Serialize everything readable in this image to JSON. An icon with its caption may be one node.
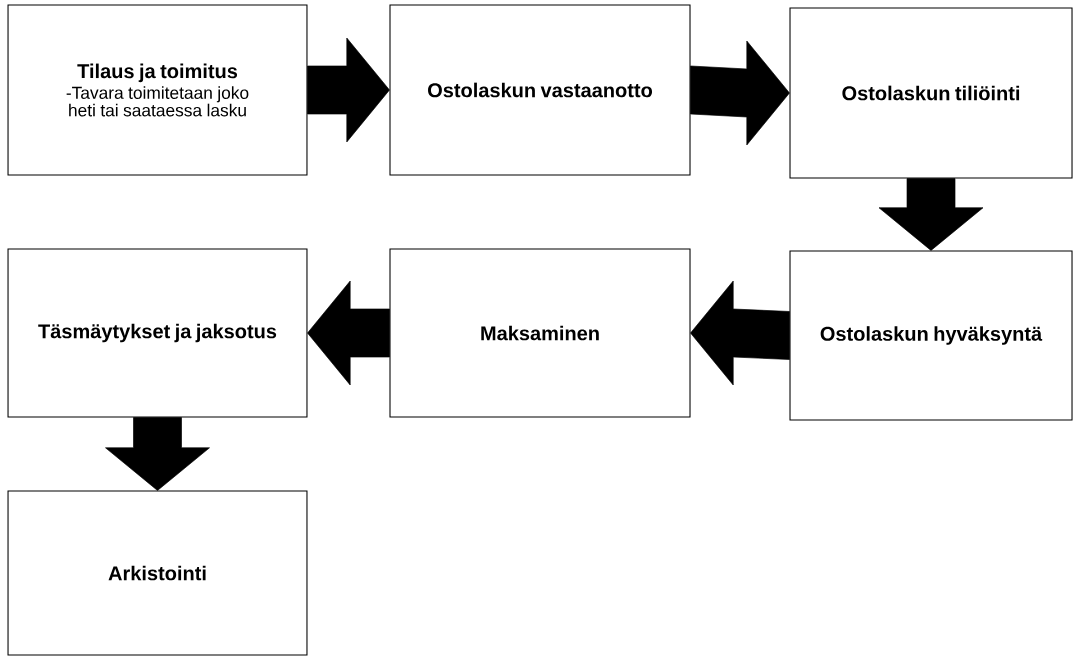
{
  "diagram": {
    "nodes": [
      {
        "text": [
          "Tilaus ja toimitus",
          "-Tavara toimitetaan joko heti tai saataessa lasku"
        ]
      },
      {
        "text": [
          "Ostolaskun vastaanotto"
        ]
      },
      {
        "text": [
          "Ostolaskun tiliöinti"
        ]
      },
      {
        "text": [
          "Täsmäytykset ja jaksotus"
        ]
      },
      {
        "text": [
          "Maksaminen"
        ]
      },
      {
        "text": [
          "Ostolaskun hyväksyntä"
        ]
      },
      {
        "text": [
          "Arkistointi"
        ]
      }
    ],
    "edges": [
      {
        "from": 0,
        "to": 1,
        "arrow": "to"
      },
      {
        "from": 1,
        "to": 2,
        "arrow": "to"
      },
      {
        "from": 2,
        "to": 5,
        "arrow": "to"
      },
      {
        "from": 5,
        "to": 4,
        "arrow": "to"
      },
      {
        "from": 4,
        "to": 3,
        "arrow": "to"
      },
      {
        "from": 3,
        "to": 6,
        "arrow": "to"
      }
    ]
  }
}
